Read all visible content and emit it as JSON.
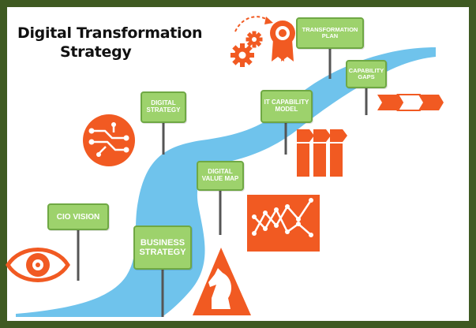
{
  "title": {
    "line1": "Digital Transformation",
    "line2": "Strategy"
  },
  "colors": {
    "frame": "#3f5a22",
    "river": "#6fc3ec",
    "accent": "#f15a22",
    "sign": "#9dd26c",
    "post": "#555555"
  },
  "signs": {
    "cio_vision": "CIO VISION",
    "business_strategy": "BUSINESS STRATEGY",
    "digital_strategy": "DIGITAL STRATEGY",
    "digital_value_map": "DIGITAL VALUE MAP",
    "it_capability_model": "IT CAPABILITY MODEL",
    "transformation_plan": "TRANSFORMATION PLAN",
    "capability_gaps": "CAPABILITY GAPS"
  },
  "icons": [
    "eye-icon",
    "circuit-icon",
    "chess-knight-icon",
    "line-chart-icon",
    "columns-icon",
    "gears-icon",
    "award-ribbon-icon",
    "arrow-chain-icon"
  ]
}
